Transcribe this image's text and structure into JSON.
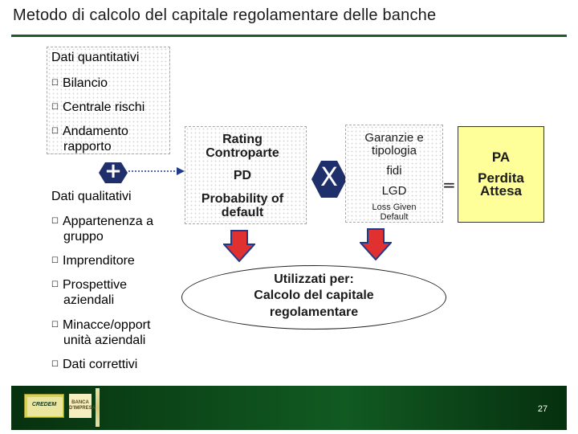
{
  "slide": {
    "title": "Metodo di calcolo del capitale regolamentare delle banche",
    "page_number": "27"
  },
  "left_panel": {
    "quant_heading": "Dati quantitativi",
    "quant_items": [
      "Bilancio",
      "Centrale rischi",
      "Andamento",
      "rapporto"
    ],
    "plus_symbol": "+",
    "qual_heading": "Dati qualitativi",
    "qual_items": [
      "Appartenenza a",
      "gruppo",
      "Imprenditore",
      "Prospettive",
      "aziendali",
      "Minacce/opport",
      "unità aziendali",
      "Dati correttivi"
    ]
  },
  "rating_box": {
    "line1": "Rating",
    "line2": "Controparte",
    "pd": "PD",
    "line3": "Probability of",
    "line4": "default"
  },
  "multiply_symbol": "X",
  "lgd_box": {
    "line1": "Garanzie e",
    "line2": "tipologia",
    "fidi": "fidi",
    "lgd": "LGD",
    "small1": "Loss Given",
    "small2": "Default"
  },
  "equals_symbol": "=",
  "pa_box": {
    "title": "PA",
    "line1": "Perdita",
    "line2": "Attesa"
  },
  "oval": {
    "line1": "Utilizzati per:",
    "line2": "Calcolo del capitale",
    "line3": "regolamentare"
  },
  "footer": {
    "logo_text": "CREDEM",
    "logo2_line1": "BANCA",
    "logo2_line2": "D'IMPRESA"
  },
  "colors": {
    "accent_green": "#1f5a28",
    "pa_fill": "#ffff99",
    "shape_blue": "#1f2f6b",
    "arrow_red": "#e03030",
    "arrow_blue": "#1f3a8a"
  }
}
